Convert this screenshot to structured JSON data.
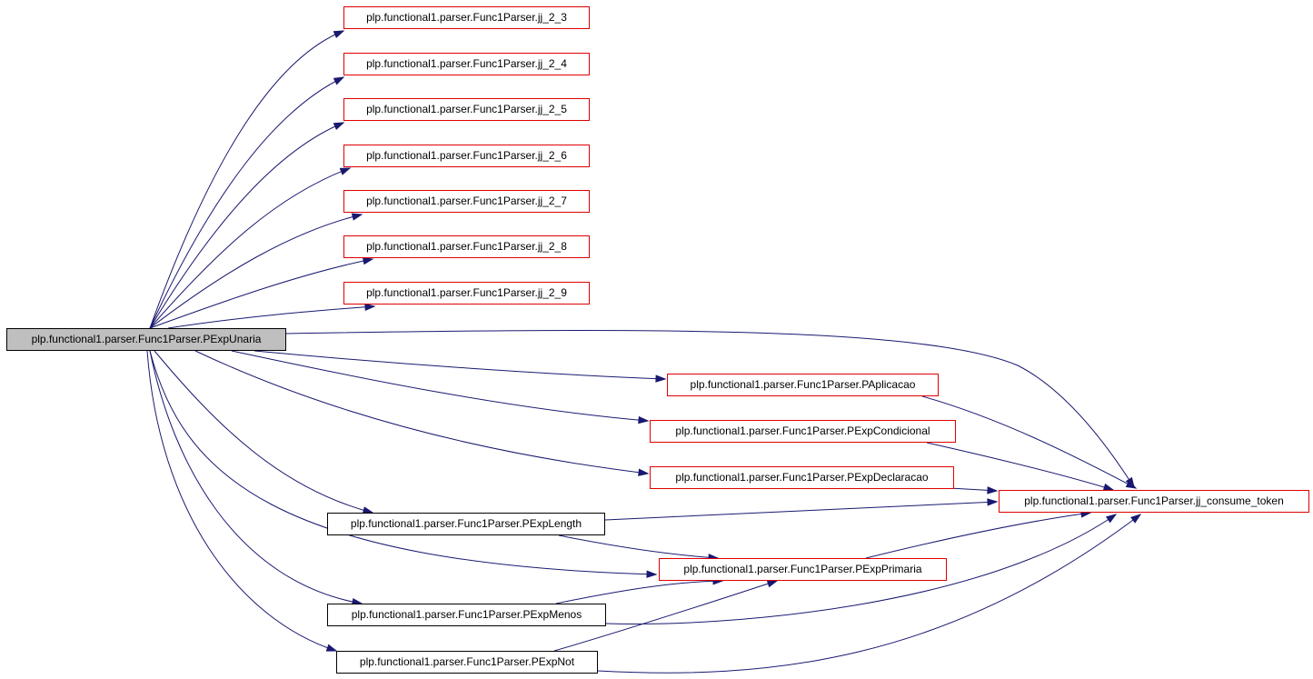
{
  "nodes": {
    "root": "plp.functional1.parser.Func1Parser.PExpUnaria",
    "jj23": "plp.functional1.parser.Func1Parser.jj_2_3",
    "jj24": "plp.functional1.parser.Func1Parser.jj_2_4",
    "jj25": "plp.functional1.parser.Func1Parser.jj_2_5",
    "jj26": "plp.functional1.parser.Func1Parser.jj_2_6",
    "jj27": "plp.functional1.parser.Func1Parser.jj_2_7",
    "jj28": "plp.functional1.parser.Func1Parser.jj_2_8",
    "jj29": "plp.functional1.parser.Func1Parser.jj_2_9",
    "aplicacao": "plp.functional1.parser.Func1Parser.PAplicacao",
    "condicional": "plp.functional1.parser.Func1Parser.PExpCondicional",
    "declaracao": "plp.functional1.parser.Func1Parser.PExpDeclaracao",
    "length": "plp.functional1.parser.Func1Parser.PExpLength",
    "primaria": "plp.functional1.parser.Func1Parser.PExpPrimaria",
    "menos": "plp.functional1.parser.Func1Parser.PExpMenos",
    "not": "plp.functional1.parser.Func1Parser.PExpNot",
    "consume": "plp.functional1.parser.Func1Parser.jj_consume_token"
  },
  "edges": [
    [
      "root",
      "jj23"
    ],
    [
      "root",
      "jj24"
    ],
    [
      "root",
      "jj25"
    ],
    [
      "root",
      "jj26"
    ],
    [
      "root",
      "jj27"
    ],
    [
      "root",
      "jj28"
    ],
    [
      "root",
      "jj29"
    ],
    [
      "root",
      "consume"
    ],
    [
      "root",
      "aplicacao"
    ],
    [
      "root",
      "condicional"
    ],
    [
      "root",
      "declaracao"
    ],
    [
      "root",
      "length"
    ],
    [
      "root",
      "primaria"
    ],
    [
      "root",
      "menos"
    ],
    [
      "root",
      "not"
    ],
    [
      "aplicacao",
      "consume"
    ],
    [
      "condicional",
      "consume"
    ],
    [
      "declaracao",
      "consume"
    ],
    [
      "length",
      "consume"
    ],
    [
      "length",
      "primaria"
    ],
    [
      "primaria",
      "consume"
    ],
    [
      "menos",
      "primaria"
    ],
    [
      "menos",
      "consume"
    ],
    [
      "not",
      "primaria"
    ],
    [
      "not",
      "consume"
    ]
  ],
  "colors": {
    "edge": "#191970",
    "border_red": "#e00000",
    "root_fill": "#bfbfbf"
  }
}
